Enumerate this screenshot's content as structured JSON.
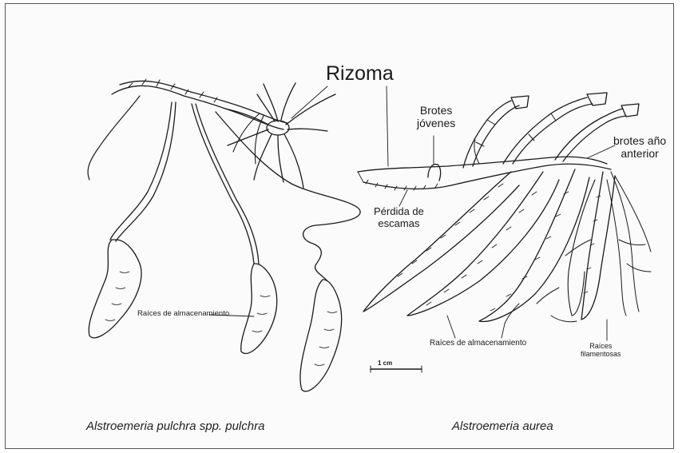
{
  "labels": {
    "rizoma": "Rizoma",
    "brotes_jovenes": [
      "Brotes",
      "jóvenes"
    ],
    "brotes_anio_anterior": [
      "brotes año",
      "anterior"
    ],
    "perdida_escamas": [
      "Pérdida de",
      "escamas"
    ],
    "raices_almacenamiento_left": "Raíces de almacenamiento",
    "raices_almacenamiento_right": "Raíces de almacenamiento",
    "raices_filamentosas": [
      "Raíces",
      "filamentosas"
    ],
    "scale_bar": "1 cm"
  },
  "species": {
    "left": "Alstroemeria pulchra spp. pulchra",
    "right": "Alstroemeria aurea"
  },
  "colors": {
    "ink": "#1a1a1a",
    "background": "#fbfbfb",
    "frame": "#555555"
  }
}
